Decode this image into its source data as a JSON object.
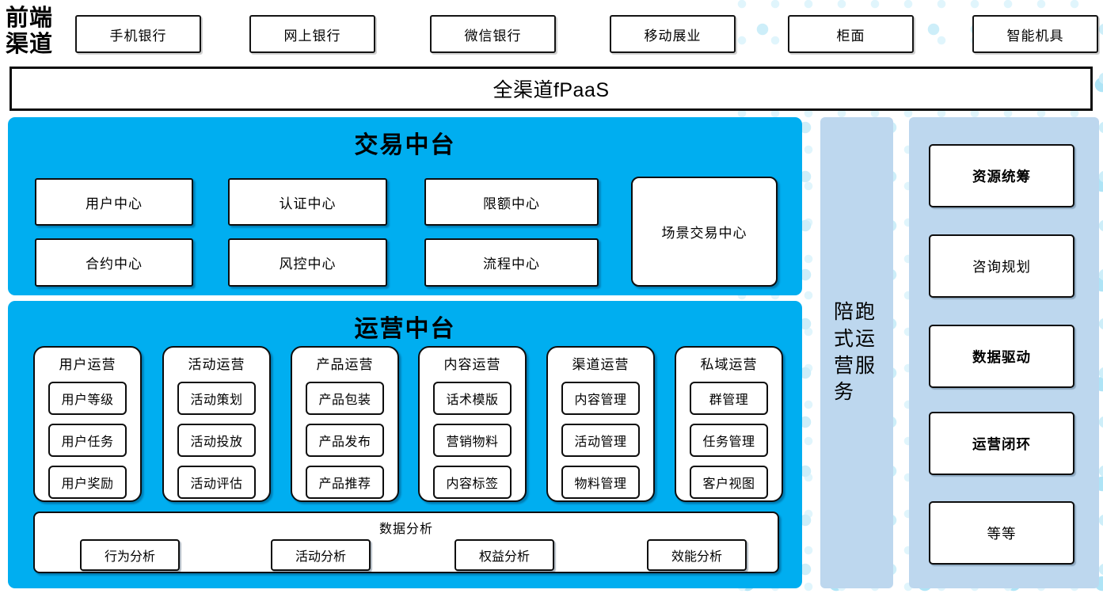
{
  "frontend": {
    "label": "前端渠道",
    "channels": [
      "手机银行",
      "网上银行",
      "微信银行",
      "移动展业",
      "柜面",
      "智能机具"
    ]
  },
  "fpaas": {
    "label": "全渠道fPaaS"
  },
  "trade": {
    "title": "交易中台",
    "row1": [
      "用户中心",
      "认证中心",
      "限额中心"
    ],
    "row2": [
      "合约中心",
      "风控中心",
      "流程中心"
    ],
    "scenario_center": "场景交易中心"
  },
  "ops": {
    "title": "运营中台",
    "columns": [
      {
        "header": "用户运营",
        "items": [
          "用户等级",
          "用户任务",
          "用户奖励"
        ]
      },
      {
        "header": "活动运营",
        "items": [
          "活动策划",
          "活动投放",
          "活动评估"
        ]
      },
      {
        "header": "产品运营",
        "items": [
          "产品包装",
          "产品发布",
          "产品推荐"
        ]
      },
      {
        "header": "内容运营",
        "items": [
          "话术模版",
          "营销物料",
          "内容标签"
        ]
      },
      {
        "header": "渠道运营",
        "items": [
          "内容管理",
          "活动管理",
          "物料管理"
        ]
      },
      {
        "header": "私域运营",
        "items": [
          "群管理",
          "任务管理",
          "客户视图"
        ]
      }
    ],
    "analysis": {
      "title": "数据分析",
      "items": [
        "行为分析",
        "活动分析",
        "权益分析",
        "效能分析"
      ]
    }
  },
  "strip": {
    "label": "陪跑式运营服务"
  },
  "services": {
    "items": [
      "资源统筹",
      "咨询规划",
      "数据驱动",
      "运营闭环",
      "等等"
    ]
  },
  "colors": {
    "platform_blue": "#00AEF0",
    "panel_light_blue": "#BDD7EE",
    "dot_cyan": "#CDEEF9"
  }
}
